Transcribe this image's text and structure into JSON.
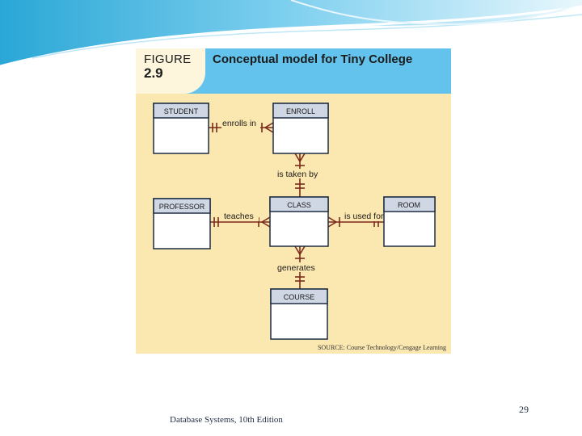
{
  "figure": {
    "label_word": "FIGURE",
    "label_num": "2.9",
    "title": "Conceptual model for Tiny College",
    "source": "SOURCE: Course Technology/Cengage Learning"
  },
  "entities": {
    "student": "STUDENT",
    "enroll": "ENROLL",
    "professor": "PROFESSOR",
    "class": "CLASS",
    "room": "ROOM",
    "course": "COURSE"
  },
  "relationships": {
    "enrolls_in": "enrolls in",
    "is_taken_by": "is taken by",
    "teaches": "teaches",
    "is_used_for": "is used for",
    "generates": "generates"
  },
  "footer": {
    "text": "Database Systems, 10th Edition",
    "page_number": "29"
  },
  "colors": {
    "connector": "#7a2a1a",
    "figure_bg": "#fbe7b0",
    "header_blue": "#63c3ec",
    "entity_header": "#cfd6e4",
    "entity_border": "#1d2d44"
  }
}
